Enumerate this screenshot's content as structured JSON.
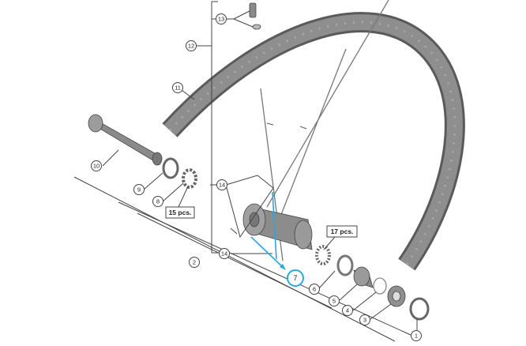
{
  "callouts": {
    "c1": "1",
    "c2": "2",
    "c3": "3",
    "c4": "4",
    "c5": "5",
    "c6": "6",
    "c7": "7",
    "c8": "8",
    "c9": "9",
    "c10": "10",
    "c11": "11",
    "c12": "12",
    "c13": "13",
    "c14a": "14",
    "c14b": "14"
  },
  "notes": {
    "spoke_washer_qty": "15 pcs.",
    "spoke_qty": "17 pcs."
  },
  "colors": {
    "highlight": "#29a8e0",
    "part_gray": "#8a8a8a",
    "rim_gray": "#7a7a7a"
  }
}
